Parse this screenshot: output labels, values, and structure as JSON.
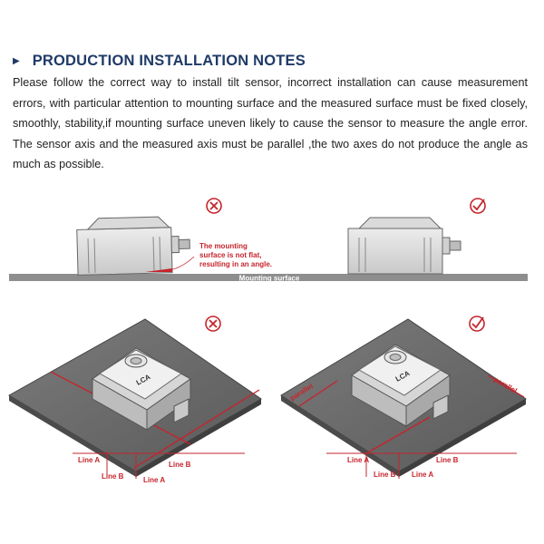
{
  "section": {
    "bullet": "▶",
    "title": "PRODUCTION INSTALLATION NOTES",
    "body": "Please follow the correct way to install tilt sensor, incorrect installation can cause measurement errors, with particular attention to mounting surface and the measured surface must be fixed closely, smoothly, stability,if mounting surface uneven likely to cause the sensor to measure the angle error. The sensor axis and the measured axis must be parallel ,the two axes do not produce the angle as much as possible."
  },
  "figure_top": {
    "wrong_note_line1": "The mounting",
    "wrong_note_line2": "surface is not flat,",
    "wrong_note_line3": "resulting in an angle.",
    "surface_label": "Mounting surface",
    "wrong_icon": "x-circle-icon",
    "right_icon": "check-circle-icon",
    "accent_color": "#c5242c"
  },
  "figure_bottom": {
    "left": {
      "line_a_1": "Line A",
      "line_b_1": "Line B",
      "line_b_2": "Line B",
      "line_a_2": "Line A",
      "product_text": "LCA"
    },
    "right": {
      "line_a_1": "Line A",
      "line_b_1": "Line B",
      "line_b_2": "Line B",
      "line_a_2": "Line A",
      "parallel_left": "parallel",
      "parallel_right": "parallel",
      "product_text": "LCA"
    }
  }
}
